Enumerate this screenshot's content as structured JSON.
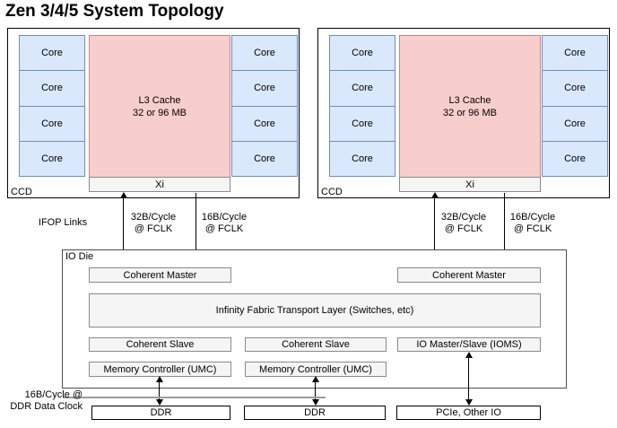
{
  "title": "Zen 3/4/5 System Topology",
  "ccds": [
    {
      "label": "CCD",
      "cores": [
        "Core",
        "Core",
        "Core",
        "Core",
        "Core",
        "Core",
        "Core",
        "Core"
      ],
      "l3": {
        "line1": "L3 Cache",
        "line2": "32 or 96 MB"
      },
      "xi_label": "Xi"
    },
    {
      "label": "CCD",
      "cores": [
        "Core",
        "Core",
        "Core",
        "Core",
        "Core",
        "Core",
        "Core",
        "Core"
      ],
      "l3": {
        "line1": "L3 Cache",
        "line2": "32 or 96 MB"
      },
      "xi_label": "Xi"
    }
  ],
  "ifop": {
    "section_label": "IFOP Links",
    "ccd_write_link": {
      "line1": "32B/Cycle",
      "line2": "@ FCLK"
    },
    "ccd_read_link": {
      "line1": "16B/Cycle",
      "line2": "@ FCLK"
    }
  },
  "io_die": {
    "label": "IO Die",
    "coherent_master_label": "Coherent Master",
    "fabric_label": "Infinity Fabric Transport Layer (Switches, etc)",
    "coherent_slave_label": "Coherent Slave",
    "io_master_slave_label": "IO Master/Slave (IOMS)",
    "memory_controller_label": "Memory Controller (UMC)"
  },
  "memory_link": {
    "line1": "16B/Cycle @",
    "line2": "DDR Data Clock"
  },
  "endpoints": {
    "ddr_label": "DDR",
    "pcie_label": "PCIe, Other IO"
  },
  "colors": {
    "core_fill": "#dae8fc",
    "core_border": "#6c8ebf",
    "l3_fill": "#f8cecc",
    "l3_border": "#c98585",
    "gray_box_fill": "#f5f5f5",
    "gray_box_border": "#8a8a8a",
    "outline": "#000000",
    "io_die_border": "#4d4d4d",
    "bus_line": "#9a9a9a"
  }
}
